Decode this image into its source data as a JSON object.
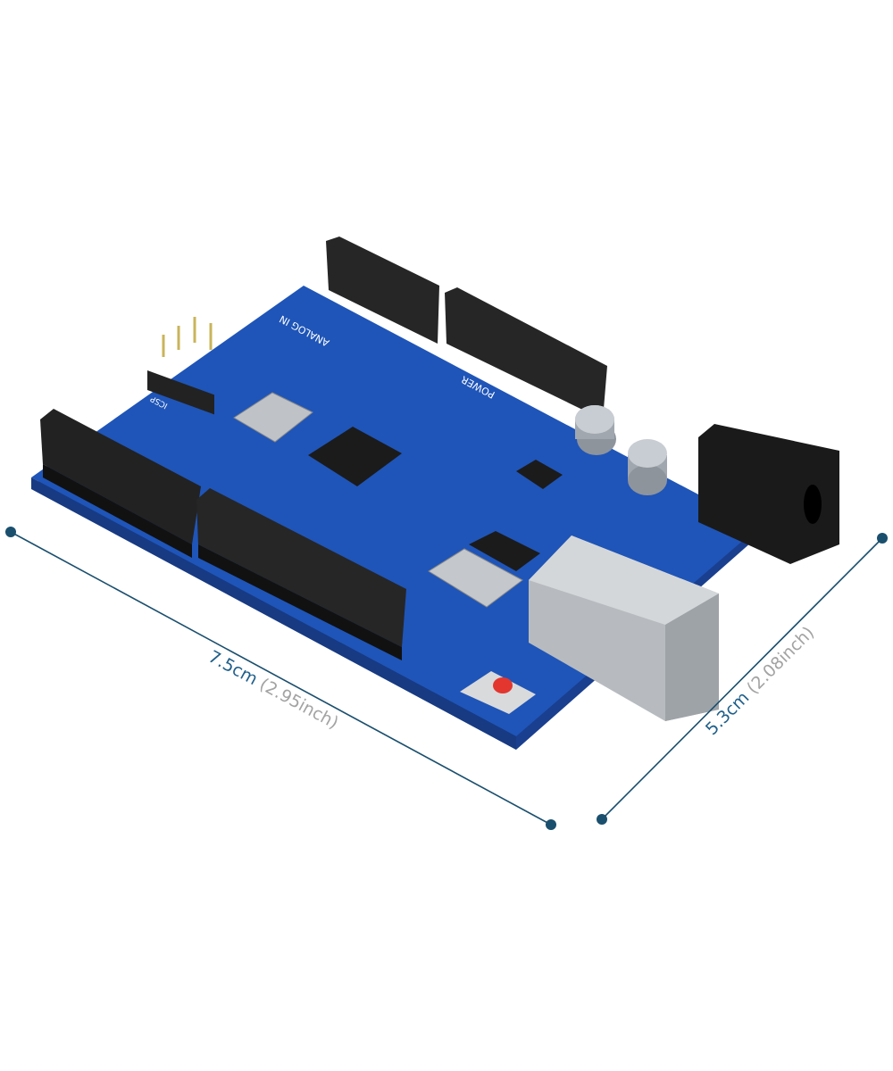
{
  "product": {
    "silkscreen": {
      "power": "POWER",
      "analog": "ANALOG IN",
      "icsp": "ICSP"
    }
  },
  "dimensions": {
    "length": {
      "metric": "7.5cm",
      "imperial": "(2.95inch)"
    },
    "width": {
      "metric": "5.3cm",
      "imperial": "(2.08inch)"
    }
  },
  "colors": {
    "dimension_line": "#1a4f6e",
    "metric_text": "#1f5f8a",
    "imperial_text": "#a3a3a3",
    "board": "#1c4fb0"
  }
}
